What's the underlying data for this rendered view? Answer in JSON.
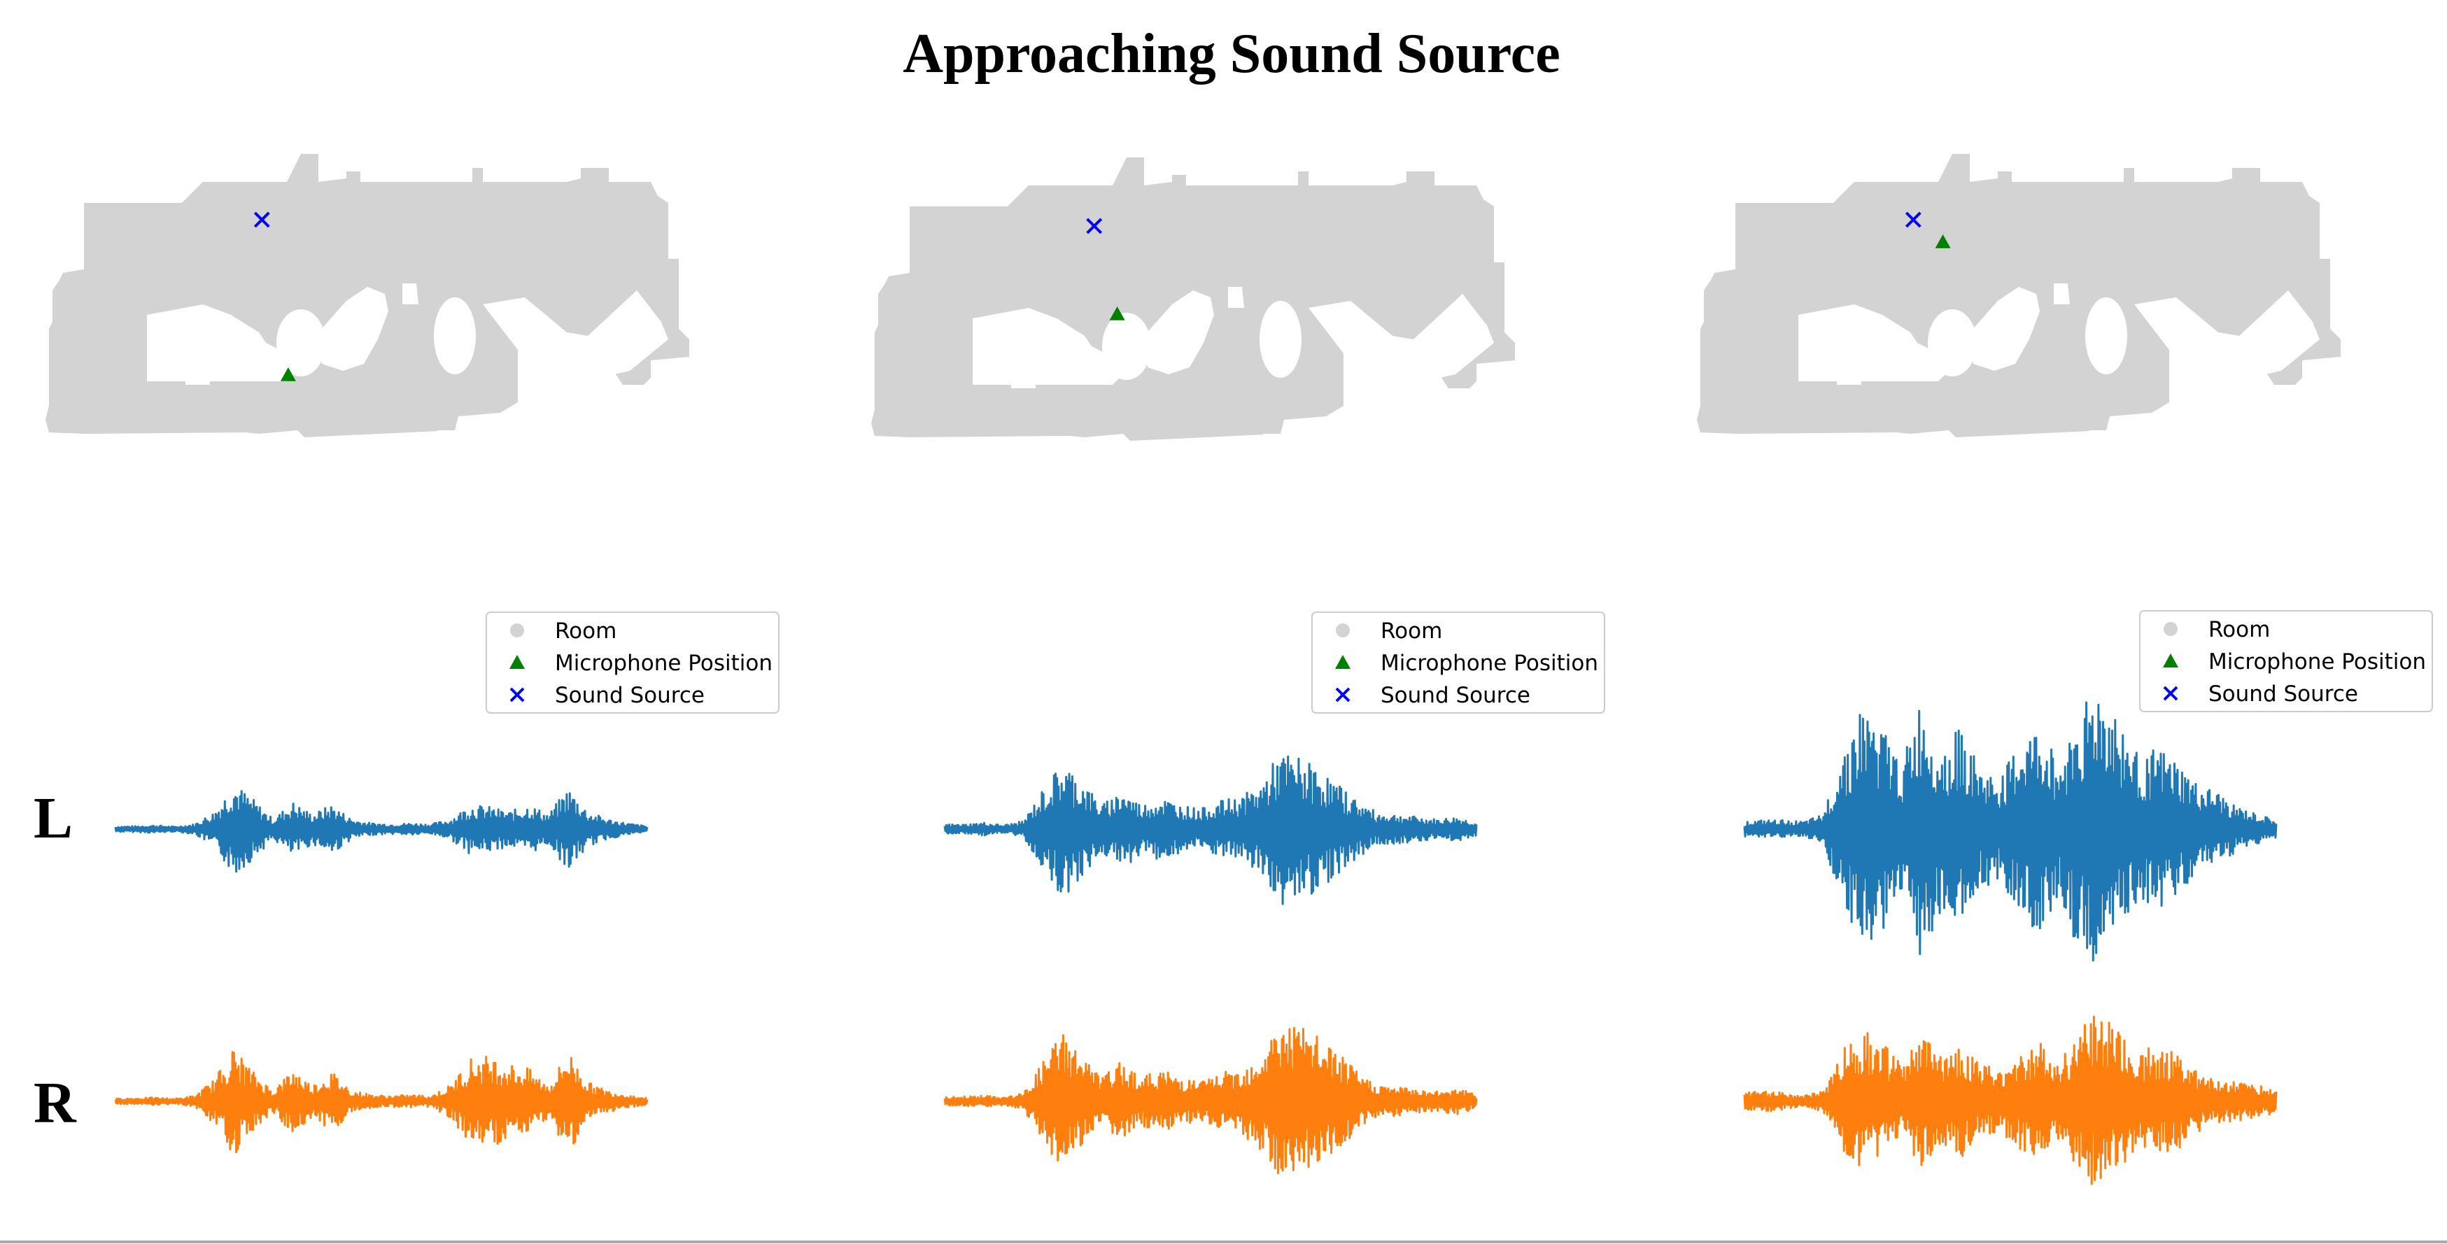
{
  "title": "Approaching Sound Source",
  "colors": {
    "room": "#d3d3d3",
    "microphone": "#008000",
    "source": "#0000ff",
    "left_channel": "#1f77b4",
    "right_channel": "#ff7f0e",
    "legend_border": "#cccccc",
    "bottom_rule": "#aaaaaa"
  },
  "legend": {
    "room": "Room",
    "microphone": "Microphone Position",
    "source": "Sound Source"
  },
  "channels": {
    "left": "L",
    "right": "R"
  },
  "panels": [
    {
      "microphone": [
        0.385,
        0.79
      ],
      "source": [
        0.345,
        0.235
      ],
      "left_envelope": [
        0.06,
        0.06,
        0.08,
        0.05,
        0.1,
        0.35,
        0.95,
        0.6,
        0.2,
        0.55,
        0.3,
        0.5,
        0.2,
        0.12,
        0.1,
        0.12,
        0.1,
        0.2,
        0.5,
        0.45,
        0.35,
        0.5,
        0.3,
        0.85,
        0.35,
        0.2,
        0.12,
        0.06
      ],
      "right_envelope": [
        0.05,
        0.06,
        0.07,
        0.05,
        0.1,
        0.4,
        1.0,
        0.55,
        0.2,
        0.6,
        0.3,
        0.55,
        0.2,
        0.12,
        0.1,
        0.12,
        0.1,
        0.3,
        0.8,
        0.85,
        0.7,
        0.6,
        0.3,
        0.95,
        0.35,
        0.2,
        0.12,
        0.06
      ],
      "left_amplitude": 0.34,
      "right_amplitude": 0.37
    },
    {
      "microphone": [
        0.39,
        0.56
      ],
      "source": [
        0.355,
        0.245
      ],
      "left_envelope": [
        0.06,
        0.06,
        0.08,
        0.05,
        0.1,
        0.5,
        0.85,
        0.6,
        0.3,
        0.5,
        0.3,
        0.4,
        0.3,
        0.25,
        0.35,
        0.4,
        0.55,
        0.95,
        0.9,
        0.75,
        0.55,
        0.35,
        0.2,
        0.18,
        0.15,
        0.12,
        0.15,
        0.08
      ],
      "right_envelope": [
        0.05,
        0.06,
        0.07,
        0.05,
        0.1,
        0.5,
        0.9,
        0.55,
        0.3,
        0.5,
        0.3,
        0.4,
        0.3,
        0.25,
        0.35,
        0.4,
        0.6,
        1.0,
        0.95,
        0.8,
        0.6,
        0.35,
        0.2,
        0.18,
        0.15,
        0.12,
        0.18,
        0.08
      ],
      "left_amplitude": 0.55,
      "right_amplitude": 0.55
    },
    {
      "microphone": [
        0.39,
        0.315
      ],
      "source": [
        0.345,
        0.235
      ],
      "left_envelope": [
        0.05,
        0.06,
        0.06,
        0.05,
        0.1,
        0.55,
        0.85,
        0.7,
        0.45,
        0.9,
        0.55,
        0.7,
        0.4,
        0.35,
        0.6,
        0.7,
        0.45,
        0.85,
        1.0,
        0.75,
        0.5,
        0.55,
        0.45,
        0.3,
        0.25,
        0.15,
        0.1,
        0.06
      ],
      "right_envelope": [
        0.08,
        0.1,
        0.08,
        0.05,
        0.1,
        0.5,
        0.7,
        0.55,
        0.35,
        0.65,
        0.45,
        0.55,
        0.35,
        0.3,
        0.45,
        0.55,
        0.4,
        0.7,
        0.85,
        0.65,
        0.45,
        0.55,
        0.45,
        0.3,
        0.2,
        0.2,
        0.15,
        0.12
      ],
      "left_amplitude": 1.0,
      "right_amplitude": 0.72
    }
  ]
}
